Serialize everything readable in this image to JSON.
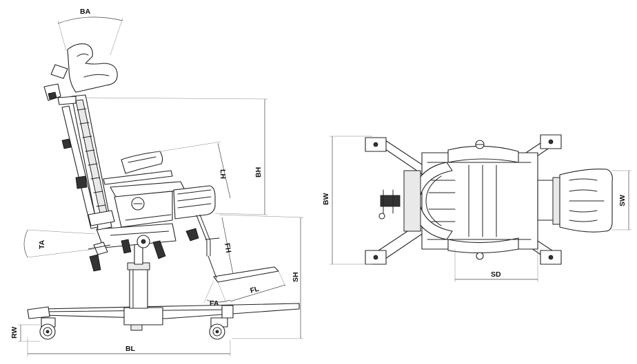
{
  "side_view": {
    "labels": {
      "BA": "BA",
      "BH": "BH",
      "LH": "LH",
      "TA": "TA",
      "FH": "FH",
      "FA": "FA",
      "FL": "FL",
      "SH": "SH",
      "RW": "RW",
      "BL": "BL"
    }
  },
  "top_view": {
    "labels": {
      "BW": "BW",
      "SW": "SW",
      "SD": "SD"
    }
  },
  "colors": {
    "ink": "#222222",
    "dimension": "#444444",
    "background": "#ffffff"
  }
}
